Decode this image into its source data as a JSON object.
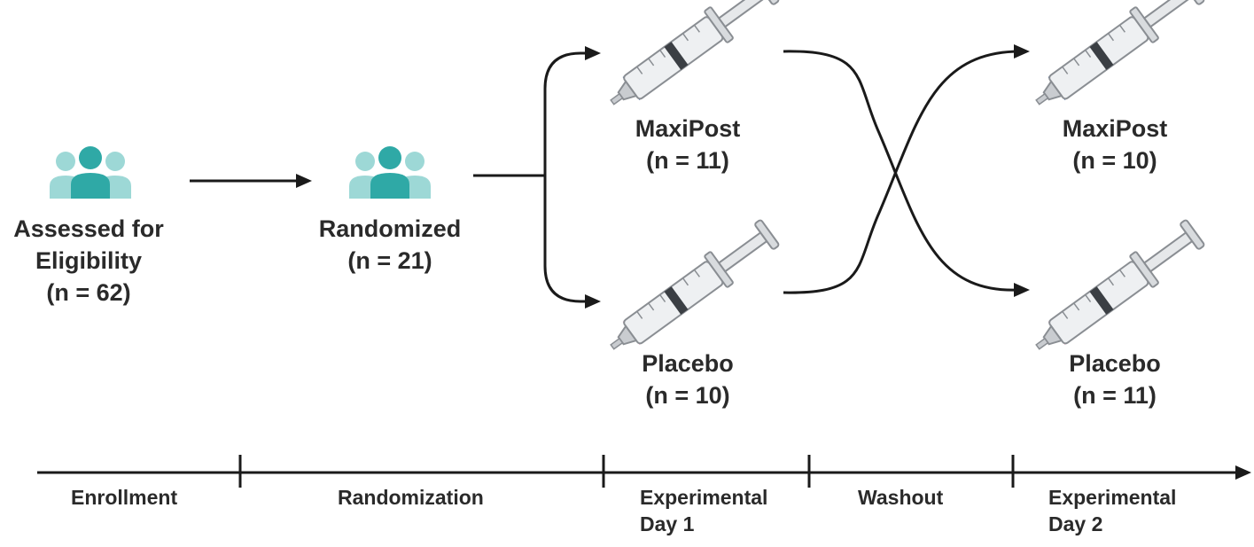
{
  "colors": {
    "people_main": "#2fa9a6",
    "people_side": "#9dd8d6",
    "maxipost_fill": "#4d6fa8",
    "placebo_fill": "#eeb3cf",
    "line": "#1a1a1a"
  },
  "icons": {
    "group": "people-group-icon",
    "maxipost_syringe": "syringe-blue-icon",
    "placebo_syringe": "syringe-pink-icon"
  },
  "stages": {
    "assessed": {
      "line1": "Assessed for",
      "line2": "Eligibility",
      "n": "(n = 62)"
    },
    "randomized": {
      "line1": "Randomized",
      "n": "(n = 21)"
    }
  },
  "day1": {
    "maxipost": {
      "name": "MaxiPost",
      "n": "(n = 11)"
    },
    "placebo": {
      "name": "Placebo",
      "n": "(n = 10)"
    }
  },
  "day2": {
    "maxipost": {
      "name": "MaxiPost",
      "n": "(n = 10)"
    },
    "placebo": {
      "name": "Placebo",
      "n": "(n = 11)"
    }
  },
  "timeline": {
    "enrollment": "Enrollment",
    "randomization": "Randomization",
    "exp_day1_line1": "Experimental",
    "exp_day1_line2": "Day 1",
    "washout": "Washout",
    "exp_day2_line1": "Experimental",
    "exp_day2_line2": "Day 2"
  }
}
